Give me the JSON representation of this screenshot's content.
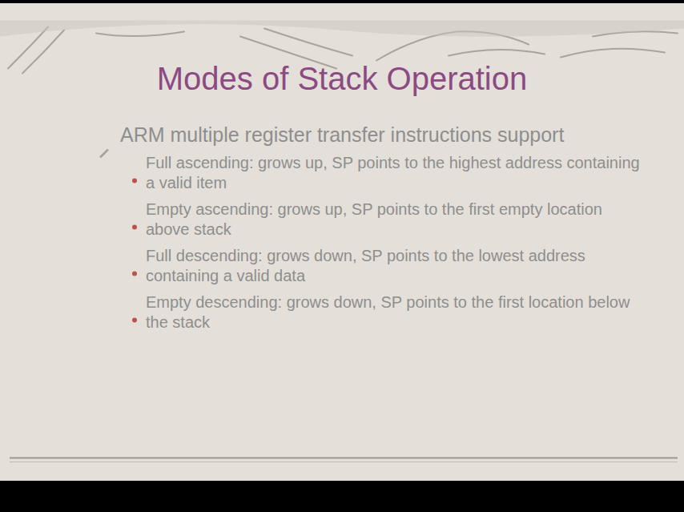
{
  "diagram": {
    "title": "Modes of Stack Operation",
    "labels": [
      "ARM multiple register transfer instructions support",
      "Full ascending: grows up, SP points to the highest address containing a valid item",
      "Empty ascending: grows up, SP points to the first empty location above stack",
      "Full descending: grows down, SP points to the lowest address containing a valid data",
      "Empty descending: grows down, SP points to the first location below the stack"
    ]
  }
}
